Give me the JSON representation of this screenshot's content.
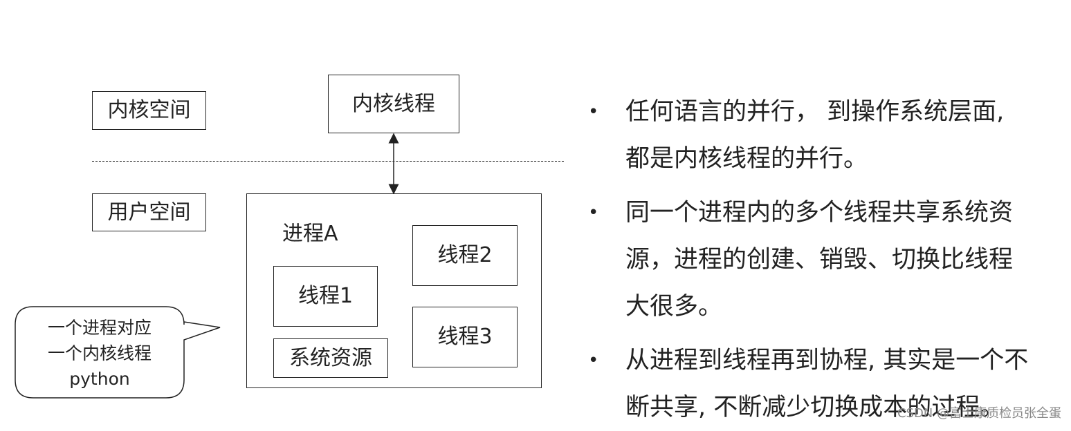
{
  "diagram": {
    "kernel_space_label": "内核空间",
    "user_space_label": "用户空间",
    "kernel_thread_label": "内核线程",
    "process_label": "进程A",
    "thread1_label": "线程1",
    "thread2_label": "线程2",
    "thread3_label": "线程3",
    "system_resources_label": "系统资源",
    "callout": {
      "line1": "一个进程对应",
      "line2": "一个内核线程",
      "line3": "python"
    }
  },
  "bullets": [
    "任何语言的并行， 到操作系统层面, 都是内核线程的并行。",
    "同一个进程内的多个线程共享系统资源，进程的创建、销毁、切换比线程大很多。",
    "从进程到线程再到协程, 其实是一个不断共享, 不断减少切换成本的过程。"
  ],
  "watermark": "CSDN @富士康质检员张全蛋"
}
